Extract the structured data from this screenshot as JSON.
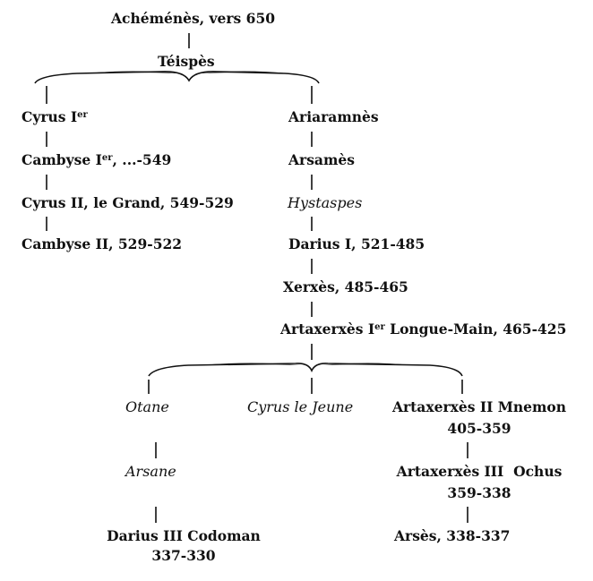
{
  "nodes": {
    "achemenes": "Achéménès, vers 650",
    "teispes": "Téispès",
    "cyrus1_name": "Cyrus I",
    "cyrus1_sup": "er",
    "cambyse1_name": "Cambyse I",
    "cambyse1_sup": "er",
    "cambyse1_dates": ", ...-549",
    "cyrus2": "Cyrus II, le Grand, 549-529",
    "cambyse2": "Cambyse II, 529-522",
    "ariaramnes": "Ariaramnès",
    "arsames": "Arsamès",
    "hystaspes": "Hystaspes",
    "darius1": "Darius I, 521-485",
    "xerxes": "Xerxès, 485-465",
    "artax1_name": "Artaxerxès I",
    "artax1_sup": "er",
    "artax1_rest": " Longue-Main, 465-425",
    "otane": "Otane",
    "cyrus_jeune": "Cyrus le Jeune",
    "artax2_line1": "Artaxerxès II Mnemon",
    "artax2_line2": "405-359",
    "arsane": "Arsane",
    "artax3_line1": "Artaxerxès III  Ochus",
    "artax3_line2": "359-338",
    "darius3_line1": "Darius III Codoman",
    "darius3_line2": "337-330",
    "arses": "Arsès, 338-337"
  },
  "colors": {
    "ink": "#111111",
    "background": "#ffffff"
  }
}
